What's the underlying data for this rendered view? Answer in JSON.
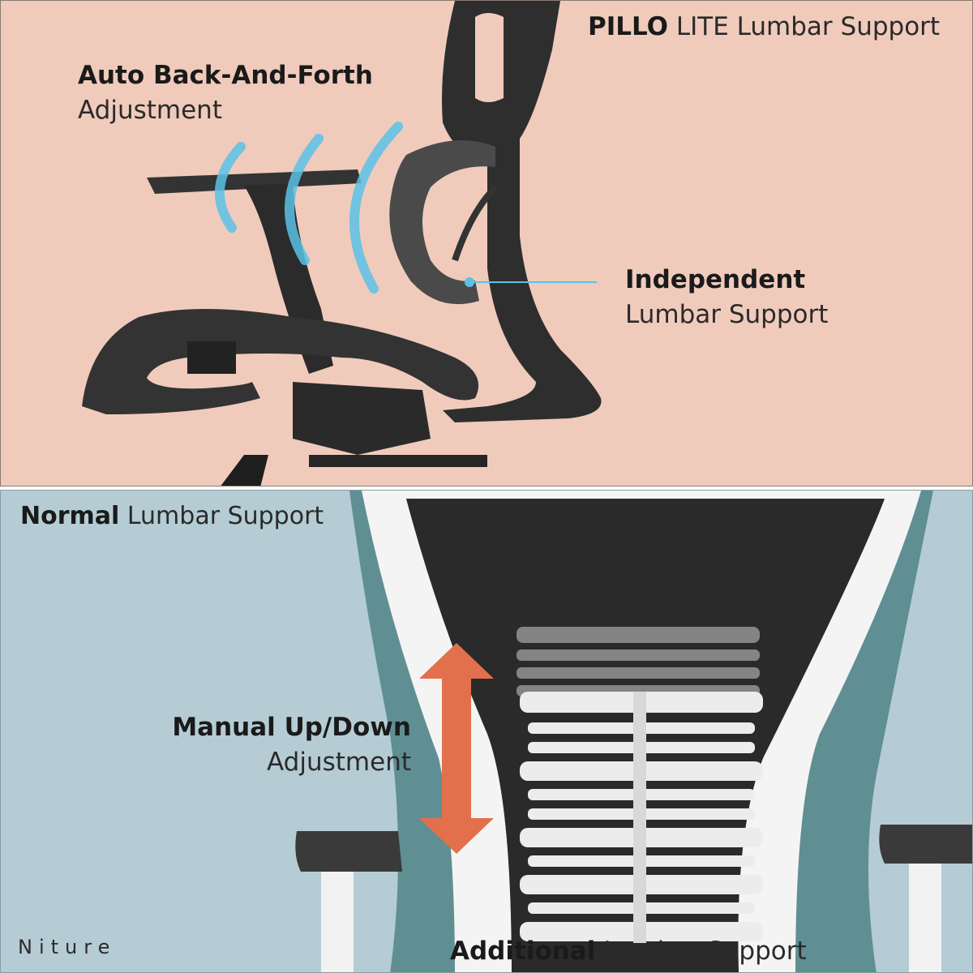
{
  "top_panel": {
    "title_bold": "PILLO",
    "title_rest": "LITE Lumbar Support",
    "callout_auto_bold": "Auto Back-And-Forth",
    "callout_auto_light": "Adjustment",
    "callout_independent_bold": "Independent",
    "callout_independent_light": "Lumbar Support",
    "colors": {
      "background": "#f0cbbc",
      "motion_arcs": "#5bc2e7",
      "chair": "#2a2a2a"
    }
  },
  "bottom_panel": {
    "title_bold": "Normal",
    "title_rest": "Lumbar Support",
    "callout_manual_bold": "Manual Up/Down",
    "callout_manual_light": "Adjustment",
    "bottom_bold": "Additional",
    "bottom_rest": "Lumbar Support",
    "colors": {
      "background": "#b5ccd4",
      "arrow": "#e2704c",
      "fabric": "#5f8f93",
      "frame": "#f4f4f4"
    }
  },
  "brand": {
    "logo_text": "Niture"
  }
}
